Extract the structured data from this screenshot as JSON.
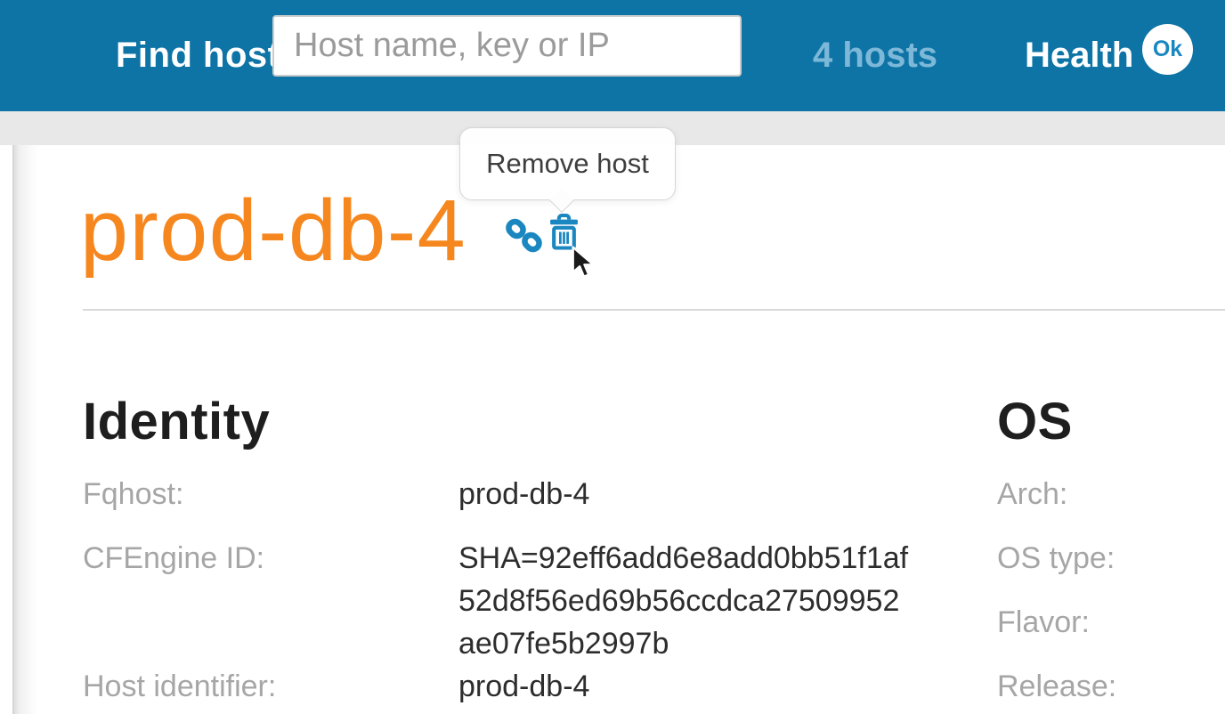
{
  "header": {
    "find_host_label": "Find host:",
    "search": {
      "placeholder": "Host name, key or IP",
      "value": ""
    },
    "hosts_count_label": "4 hosts",
    "health_label": "Health",
    "health_status": "Ok"
  },
  "tooltip": {
    "text": "Remove host"
  },
  "host": {
    "title": "prod-db-4"
  },
  "identity": {
    "heading": "Identity",
    "rows": [
      {
        "label": "Fqhost:",
        "value": "prod-db-4"
      },
      {
        "label": "CFEngine ID:",
        "value": "SHA=92eff6add6e8add0bb51f1af52d8f56ed69b56ccdca27509952ae07fe5b2997b",
        "value_lines": [
          "SHA=92eff6add6e8add0bb51f1af",
          "52d8f56ed69b56ccdca27509952",
          "ae07fe5b2997b"
        ]
      },
      {
        "label": "Host identifier:",
        "value": "prod-db-4"
      }
    ]
  },
  "os": {
    "heading": "OS",
    "rows": [
      {
        "label": "Arch:",
        "value": ""
      },
      {
        "label": "OS type:",
        "value": ""
      },
      {
        "label": "Flavor:",
        "value": ""
      },
      {
        "label": "Release:",
        "value": ""
      }
    ]
  },
  "icons": {
    "link": "chain-link-icon",
    "trash": "trash-can-icon",
    "cursor": "mouse-pointer",
    "health_badge": "ok-circle-badge"
  },
  "colors": {
    "header_bg": "#0e74a6",
    "accent_orange": "#f6871f",
    "icon_blue": "#1b87c0",
    "hosts_count_blue": "#7db8d8",
    "ok_text_blue": "#1b87c0",
    "strip_gray": "#e8e8e8",
    "label_gray": "#a6a6a6",
    "value_text": "#2d2d2d"
  }
}
